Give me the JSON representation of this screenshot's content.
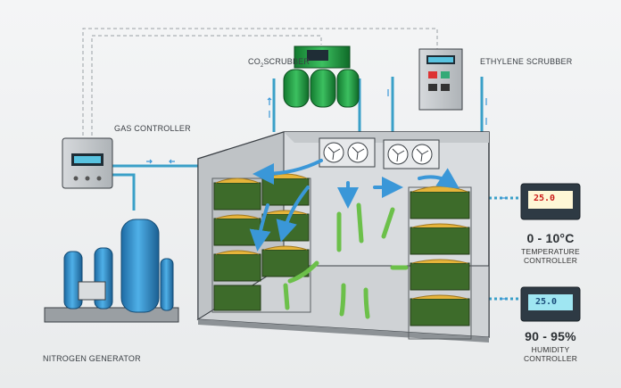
{
  "labels": {
    "gas_controller": "GAS CONTROLLER",
    "co2_scrubber_prefix": "CO",
    "co2_scrubber_sub": "2",
    "co2_scrubber_suffix": "SCRUBBER",
    "ethylene_scrubber": "ETHYLENE SCRUBBER",
    "nitrogen_generator": "NITROGEN GENERATOR"
  },
  "temperature": {
    "range": "0 - 10°C",
    "title_line1": "TEMPERATURE",
    "title_line2": "CONTROLLER",
    "display": "25.0"
  },
  "humidity": {
    "range": "90 - 95%",
    "title_line1": "HUMIDITY",
    "title_line2": "CONTROLLER",
    "display": "25.0"
  },
  "colors": {
    "room_wall": "#c9cdd0",
    "pipe": "#3aa0c8",
    "scrubber_green": "#23a045",
    "tank_blue": "#2b86c4",
    "crate_green": "#3d6b2a",
    "airflow_green": "#6cc04a",
    "airflow_blue": "#3a97d8"
  },
  "icons": [
    "fan-icon",
    "airflow-arrow-icon",
    "pipe-flow-arrow-icon"
  ]
}
